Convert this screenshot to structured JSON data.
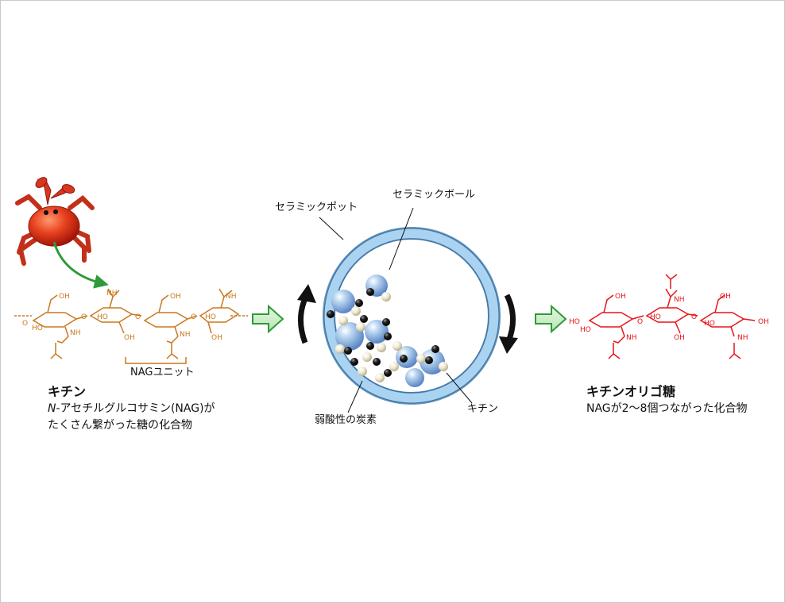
{
  "left": {
    "unit_label": "NAGユニット",
    "title": "キチン",
    "desc_line1_italic": "N",
    "desc_line1_rest": "-アセチルグルコサミン(NAG)が",
    "desc_line2": "たくさん繋がった糖の化合物"
  },
  "center": {
    "pot_label": "セラミックポット",
    "ball_label": "セラミックボール",
    "carbon_label": "弱酸性の炭素",
    "chitin_label": "キチン"
  },
  "right": {
    "title": "キチンオリゴ糖",
    "desc": "NAGが2～8個つながった化合物"
  },
  "chem": {
    "OH": "OH",
    "HO": "HO",
    "NH": "NH",
    "O": "O",
    "O_ring": "O",
    "OH_end": "OH"
  },
  "colors": {
    "chitin": "#c8781e",
    "oligo": "#e8131a",
    "arrow_green": "#2e9a3a",
    "pot_blue": "#8fc2e6",
    "crab_red": "#d9361f"
  }
}
